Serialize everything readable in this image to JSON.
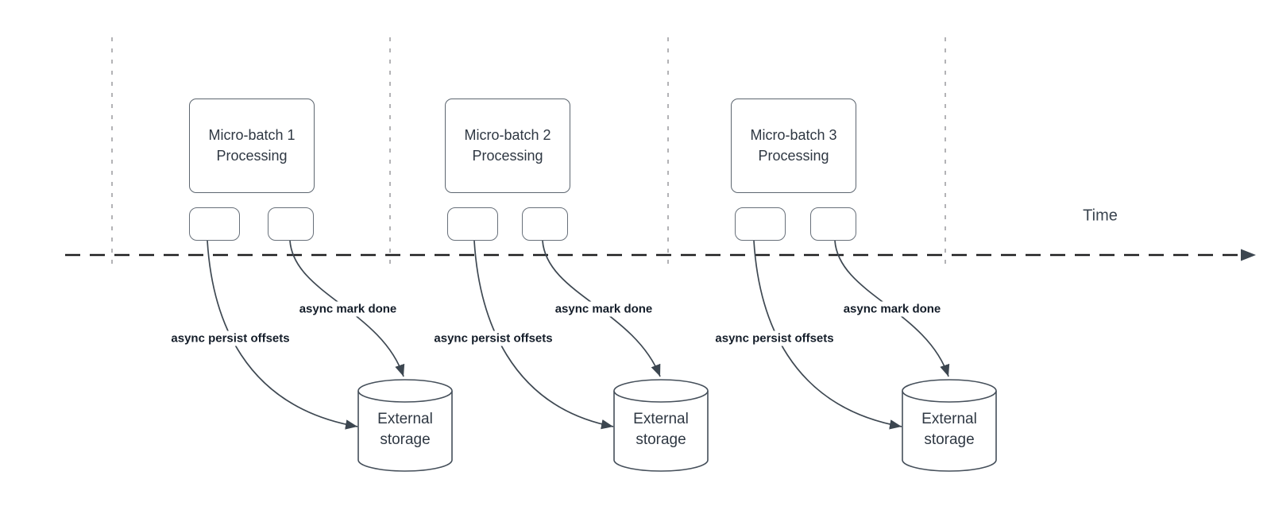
{
  "diagram": {
    "timeline": {
      "label": "Time"
    },
    "groups": [
      {
        "process_label": "Micro-batch 1\nProcessing",
        "persist_label": "async persist offsets",
        "mark_done_label": "async mark done",
        "storage_label": "External\nstorage"
      },
      {
        "process_label": "Micro-batch 2\nProcessing",
        "persist_label": "async persist offsets",
        "mark_done_label": "async mark done",
        "storage_label": "External\nstorage"
      },
      {
        "process_label": "Micro-batch 3\nProcessing",
        "persist_label": "async persist offsets",
        "mark_done_label": "async mark done",
        "storage_label": "External\nstorage"
      }
    ],
    "colors": {
      "background": "#ffffff",
      "shape_stroke": "#4a545f",
      "chip_stroke": "#68707a",
      "guide_line": "#b3b3b6",
      "timeline_line": "#1d1d1f",
      "arrow": "#3c4650",
      "label_text": "#141d29",
      "shape_text": "#2f3843"
    }
  }
}
